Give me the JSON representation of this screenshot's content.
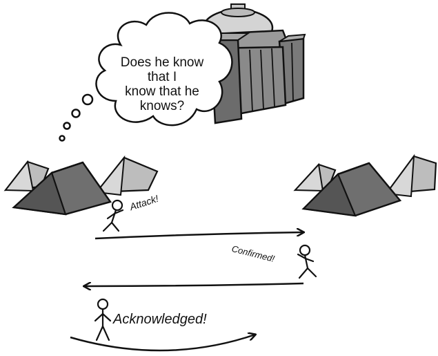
{
  "thought_bubble": {
    "lines": [
      "Does he know",
      "that I",
      "know that he",
      "knows?"
    ]
  },
  "messages": {
    "attack": "Attack!",
    "confirmed": "Confirmed!",
    "acknowledged": "Acknowledged!"
  },
  "colors": {
    "tent_dark": "#6f6f6f",
    "tent_light": "#bdbdbd",
    "fortress": "#808080",
    "ink": "#111111",
    "background": "#ffffff"
  }
}
